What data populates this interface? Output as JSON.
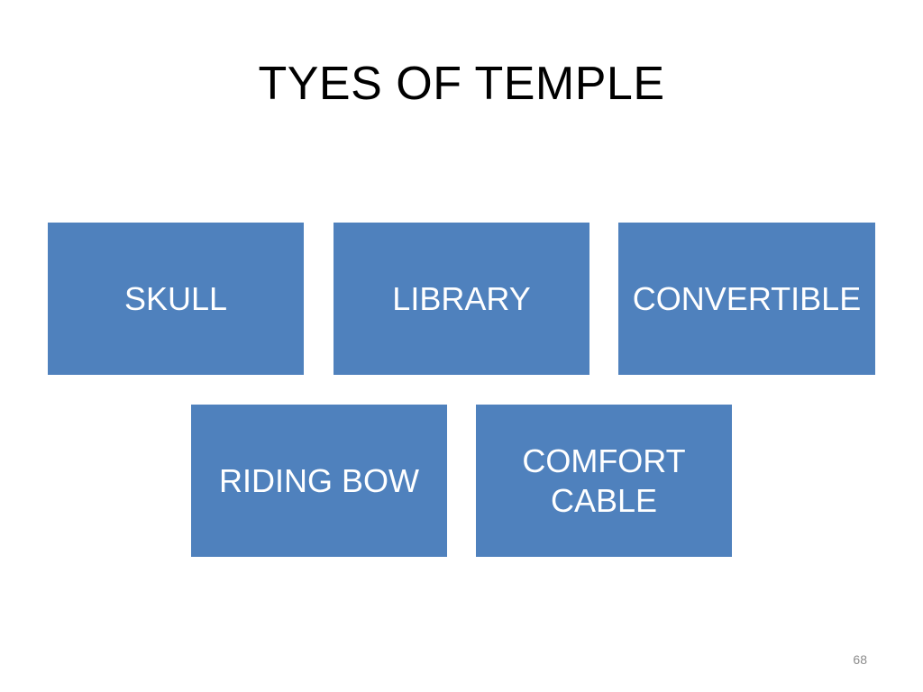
{
  "slide": {
    "title": "TYES OF TEMPLE",
    "boxes": [
      {
        "label": "SKULL"
      },
      {
        "label": "LIBRARY"
      },
      {
        "label": "CONVERTIBLE"
      },
      {
        "label": "RIDING BOW"
      },
      {
        "label": "COMFORT CABLE"
      }
    ],
    "page_number": "68"
  },
  "colors": {
    "box_fill": "#4f81bd",
    "box_text": "#ffffff",
    "title_text": "#000000"
  }
}
